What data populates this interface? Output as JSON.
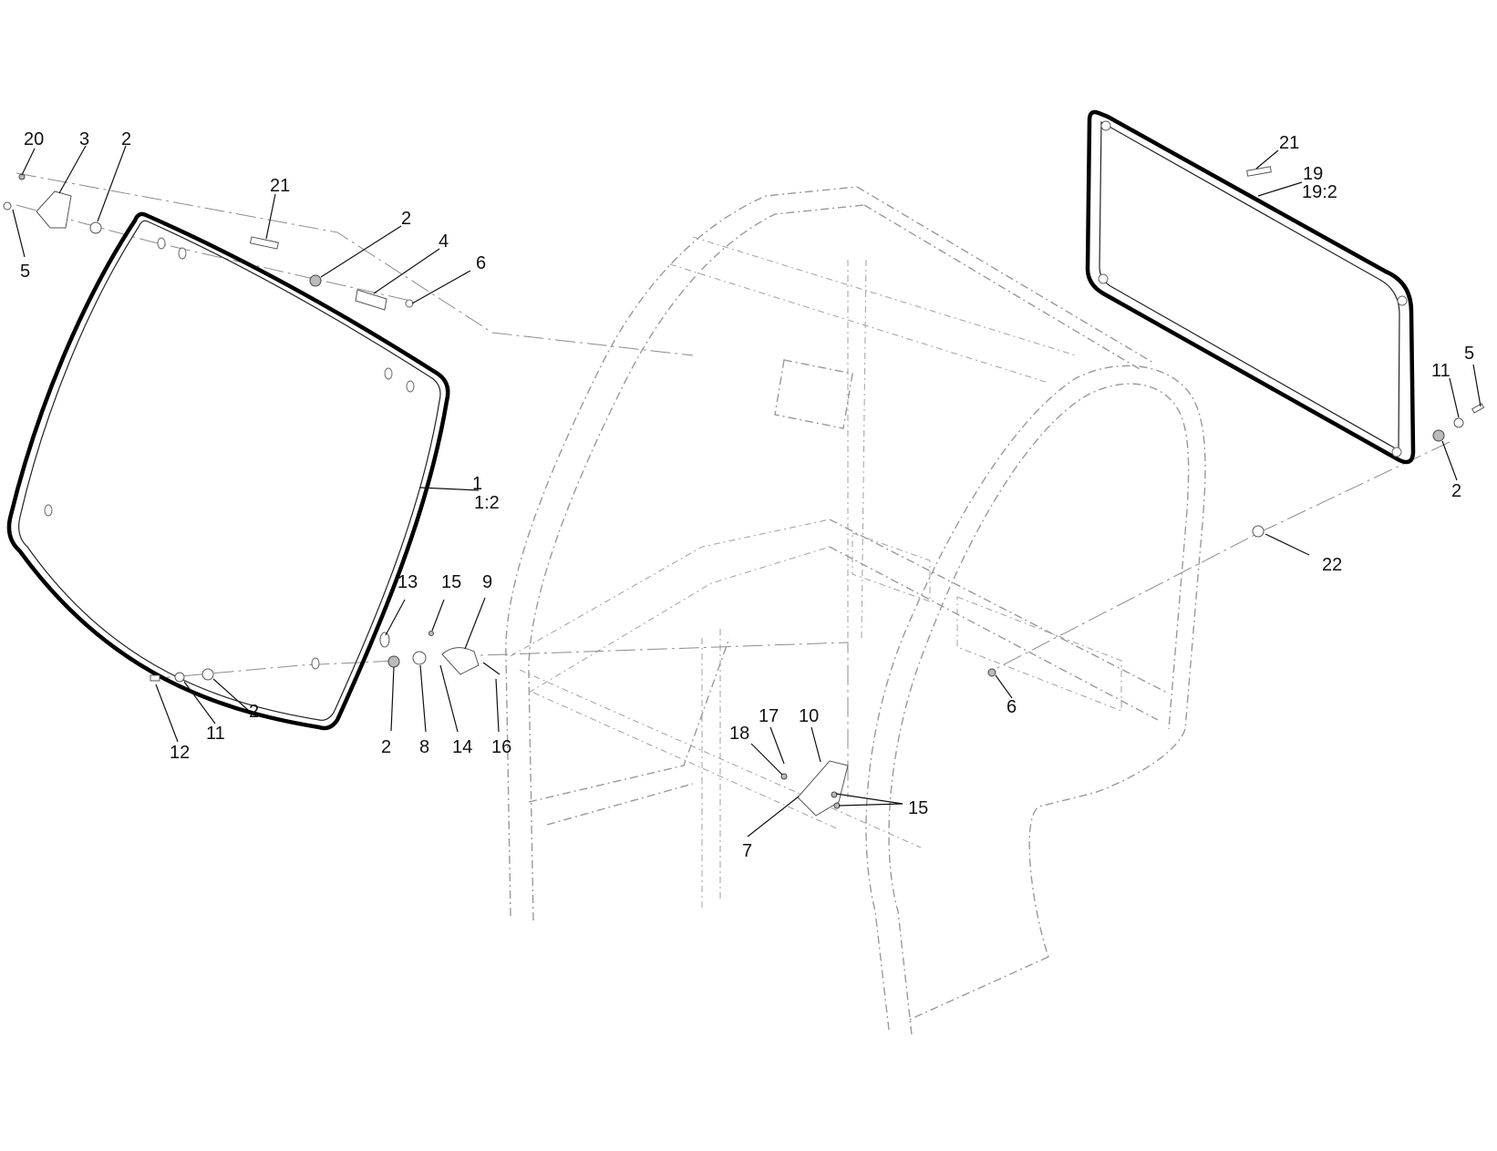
{
  "callouts": [
    {
      "id": "c20a",
      "label": "20"
    },
    {
      "id": "c3a",
      "label": "3"
    },
    {
      "id": "c2a",
      "label": "2"
    },
    {
      "id": "c5a",
      "label": "5"
    },
    {
      "id": "c21a",
      "label": "21"
    },
    {
      "id": "c2b",
      "label": "2"
    },
    {
      "id": "c4a",
      "label": "4"
    },
    {
      "id": "c6a",
      "label": "6"
    },
    {
      "id": "c1a",
      "label": "1"
    },
    {
      "id": "c1b",
      "label": "1:2"
    },
    {
      "id": "c13a",
      "label": "13"
    },
    {
      "id": "c15a",
      "label": "15"
    },
    {
      "id": "c9a",
      "label": "9"
    },
    {
      "id": "c2c",
      "label": "2"
    },
    {
      "id": "c11a",
      "label": "11"
    },
    {
      "id": "c12a",
      "label": "12"
    },
    {
      "id": "c2d",
      "label": "2"
    },
    {
      "id": "c8a",
      "label": "8"
    },
    {
      "id": "c14a",
      "label": "14"
    },
    {
      "id": "c16a",
      "label": "16"
    },
    {
      "id": "c17a",
      "label": "17"
    },
    {
      "id": "c10a",
      "label": "10"
    },
    {
      "id": "c18a",
      "label": "18"
    },
    {
      "id": "c15b",
      "label": "15"
    },
    {
      "id": "c7a",
      "label": "7"
    },
    {
      "id": "c21b",
      "label": "21"
    },
    {
      "id": "c19a",
      "label": "19"
    },
    {
      "id": "c19b",
      "label": "19:2"
    },
    {
      "id": "c11b",
      "label": "11"
    },
    {
      "id": "c5b",
      "label": "5"
    },
    {
      "id": "c2e",
      "label": "2"
    },
    {
      "id": "c22a",
      "label": "22"
    },
    {
      "id": "c6b",
      "label": "6"
    }
  ]
}
